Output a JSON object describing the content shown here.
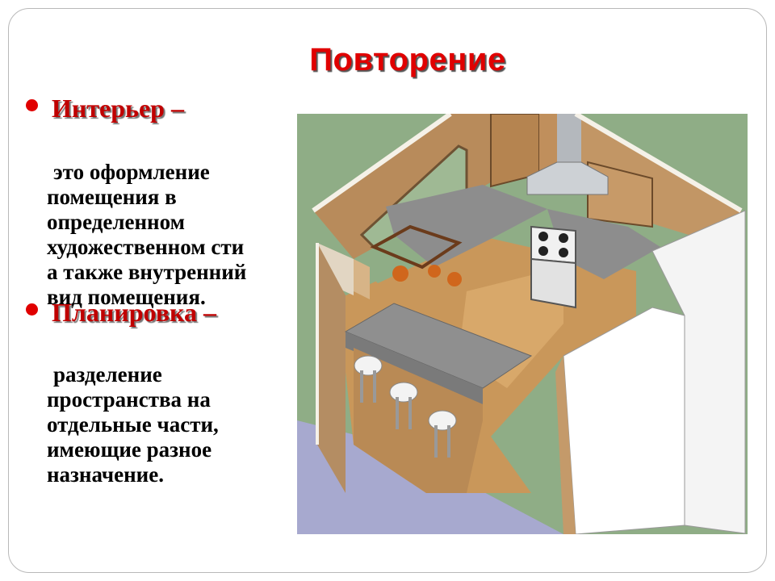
{
  "slide": {
    "title": "Повторение",
    "items": [
      {
        "term": "Интерьер –",
        "lines": [
          "это оформление",
          "помещения в",
          "определенном",
          "художественном сти",
          "а также внутренний",
          "вид помещения."
        ]
      },
      {
        "term": "Планировка –",
        "lines": [
          "разделение",
          "пространства на",
          "отдельные части,",
          "имеющие разное",
          "назначение."
        ]
      }
    ]
  },
  "colors": {
    "title": "#e00000",
    "term": "#c00000",
    "bullet": "#e00000"
  },
  "illustration": {
    "icon": "kitchen-floorplan-3d-illustration"
  }
}
